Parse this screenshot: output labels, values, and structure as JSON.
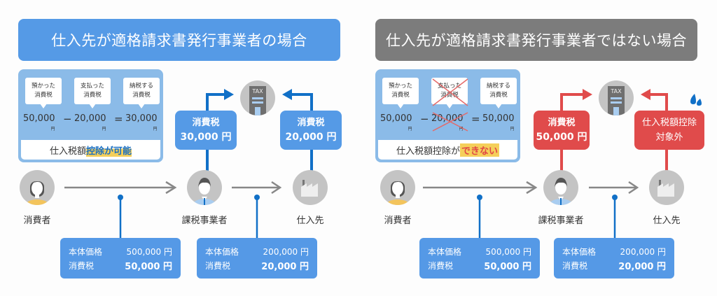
{
  "colors": {
    "blue_title": "#559ae6",
    "gray_title": "#7c7c7c",
    "calc_bg": "#8bbbe8",
    "flow_blue": "#1170c7",
    "flow_red": "#e04b4b",
    "tax_box_blue": "#559ae6",
    "tax_box_red": "#e04b4b",
    "highlight_yellow": "#f5cf5a"
  },
  "left": {
    "title": "仕入先が適格請求書発行事業者の場合",
    "calc": {
      "bubbles": [
        "預かった\n消費税",
        "支払った\n消費税",
        "納税する\n消費税"
      ],
      "bubble_lines": [
        [
          "預かった",
          "消費税"
        ],
        [
          "支払った",
          "消費税"
        ],
        [
          "納税する",
          "消費税"
        ]
      ],
      "values": [
        "50,000",
        "20,000",
        "30,000"
      ],
      "yen": "円",
      "minus": "−",
      "equals": "=",
      "footer_prefix": "仕入税額",
      "footer_highlight": "控除が可能"
    },
    "tax_office_label": "TAX",
    "boxes": [
      {
        "line1": "消費税",
        "line2": "30,000 円"
      },
      {
        "line1": "消費税",
        "line2": "20,000 円"
      }
    ],
    "actors": [
      "消費者",
      "課税事業者",
      "仕入先"
    ],
    "prices": [
      {
        "k1": "本体価格",
        "v1": "500,000 円",
        "k2": "消費税",
        "v2": "50,000 円"
      },
      {
        "k1": "本体価格",
        "v1": "200,000 円",
        "k2": "消費税",
        "v2": "20,000 円"
      }
    ]
  },
  "right": {
    "title": "仕入先が適格請求書発行事業者ではない場合",
    "calc": {
      "bubble_lines": [
        [
          "預かった",
          "消費税"
        ],
        [
          "支払った",
          "消費税"
        ],
        [
          "納税する",
          "消費税"
        ]
      ],
      "values": [
        "50,000",
        "20,000",
        "50,000"
      ],
      "crossed_out": [
        "支払った消費税",
        "20,000"
      ],
      "yen": "円",
      "minus": "−",
      "equals": "=",
      "footer_prefix": "仕入税額控除が",
      "footer_highlight": "できない"
    },
    "tax_office_label": "TAX",
    "boxes": [
      {
        "line1": "消費税",
        "line2": "50,000 円"
      },
      {
        "line1": "仕入税額控除",
        "line2": "対象外"
      }
    ],
    "actors": [
      "消費者",
      "課税事業者",
      "仕入先"
    ],
    "prices": [
      {
        "k1": "本体価格",
        "v1": "500,000 円",
        "k2": "消費税",
        "v2": "50,000 円"
      },
      {
        "k1": "本体価格",
        "v1": "200,000 円",
        "k2": "消費税",
        "v2": "20,000 円"
      }
    ]
  }
}
